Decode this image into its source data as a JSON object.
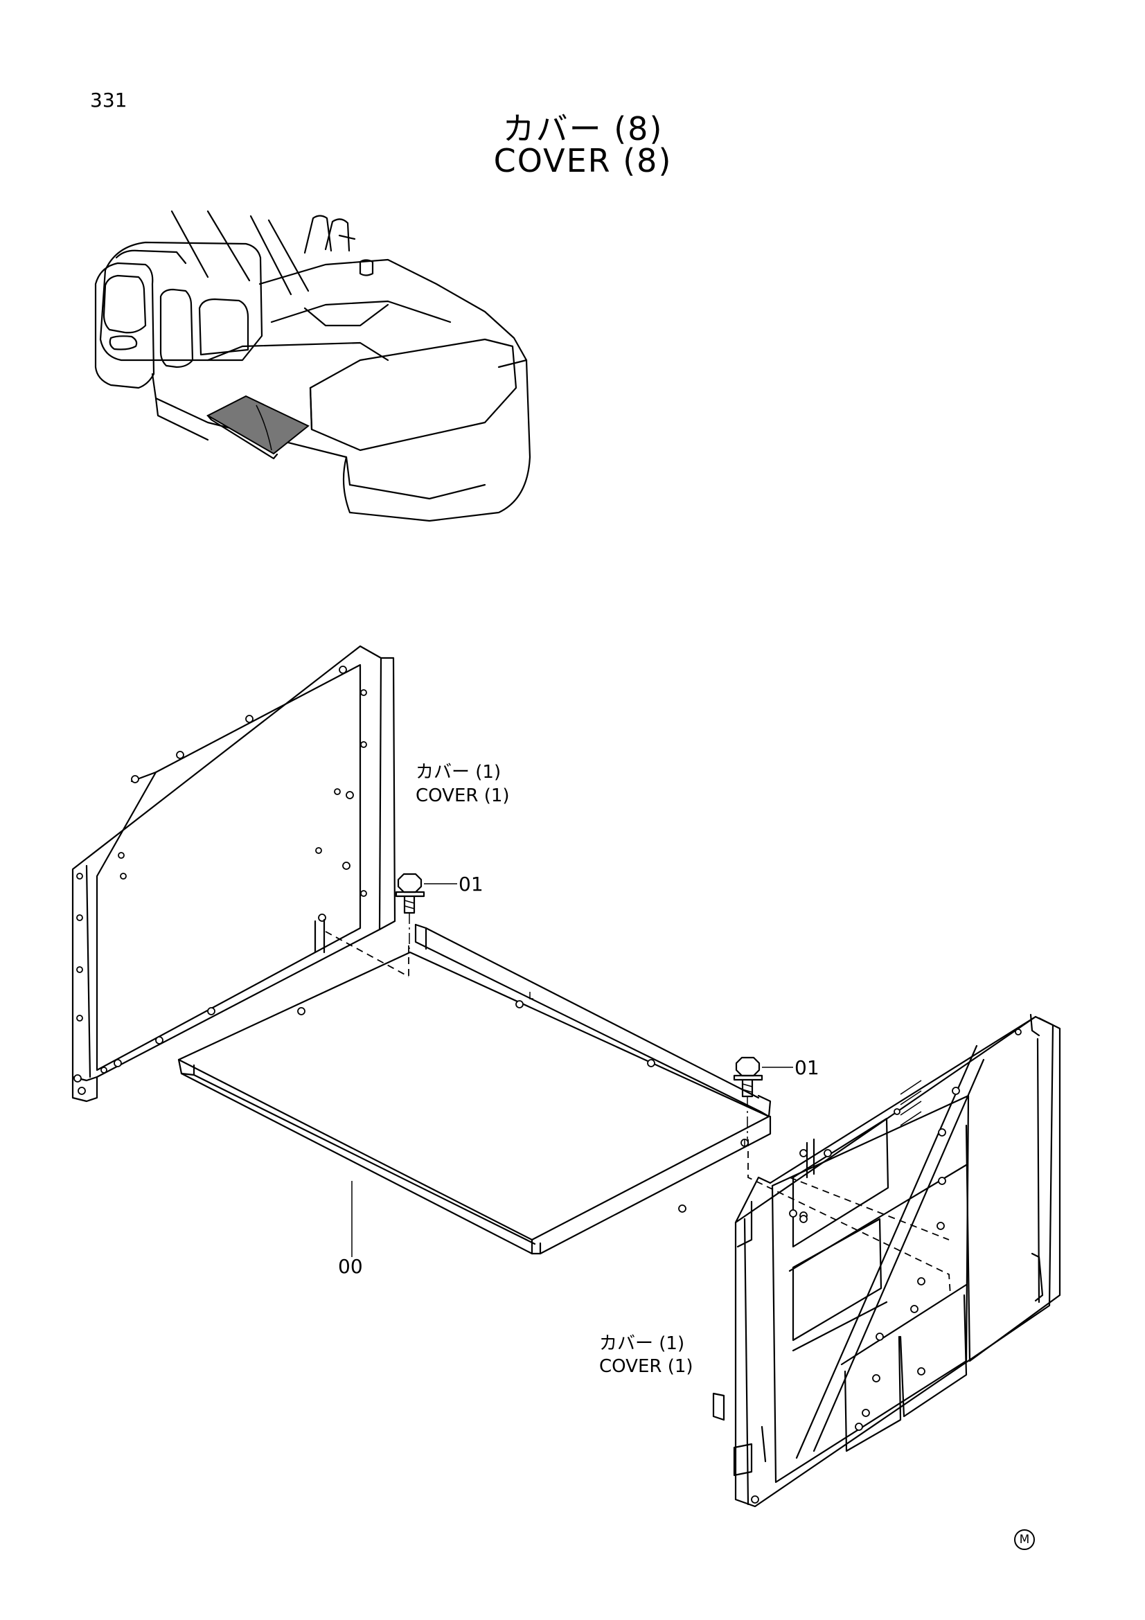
{
  "page_number": "331",
  "title": {
    "japanese": "カバー (8)",
    "english": "COVER (8)"
  },
  "callouts": [
    {
      "japanese": "カバー (1)",
      "english": "COVER (1)"
    },
    {
      "japanese": "カバー (1)",
      "english": "COVER (1)"
    }
  ],
  "part_numbers": [
    "01",
    "01",
    "00"
  ],
  "manufacturer_mark": "M"
}
